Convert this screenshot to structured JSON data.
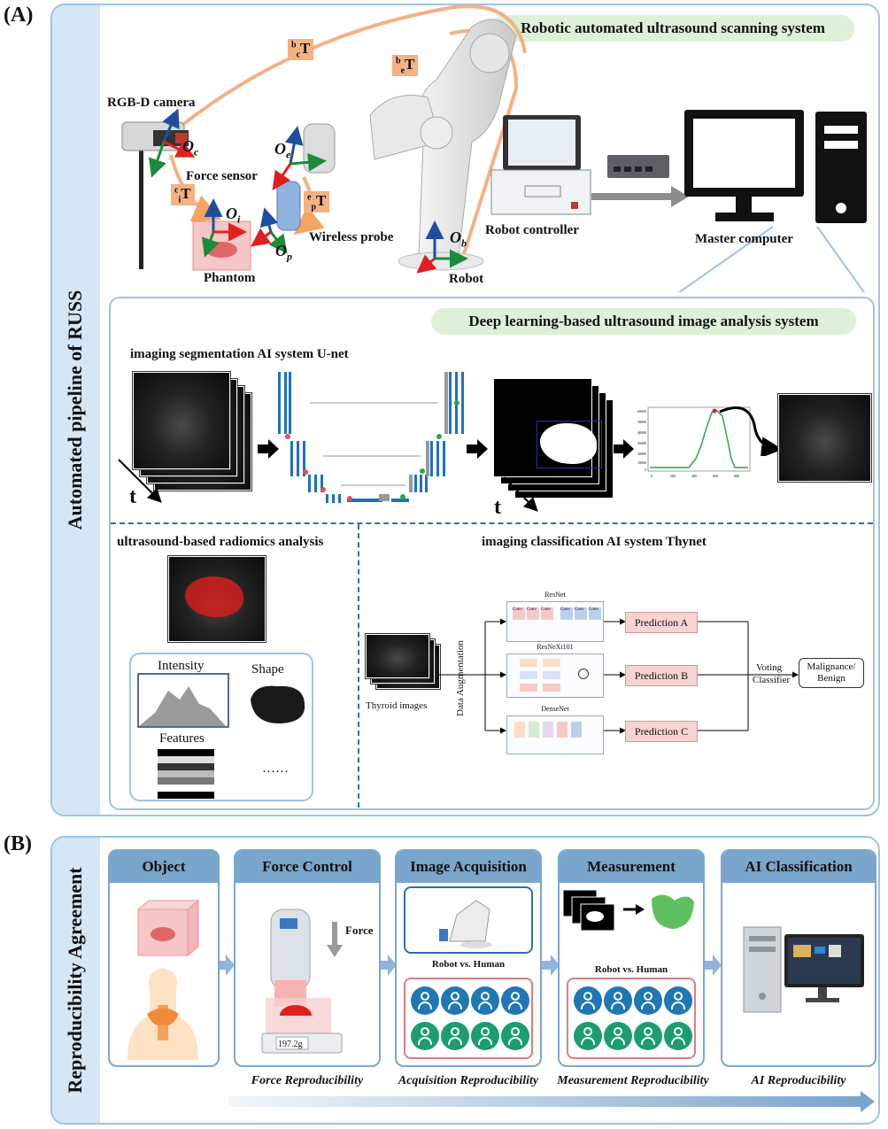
{
  "panel_a": {
    "letter": "(A)",
    "side_title": "Automated pipeline of RUSS",
    "robotic_system_title": "Robotic automated ultrasound scanning system",
    "labels": {
      "rgbd_camera": "RGB-D camera",
      "force_sensor": "Force sensor",
      "wireless_probe": "Wireless probe",
      "phantom": "Phantom",
      "robot": "Robot",
      "robot_controller": "Robot controller",
      "master_computer": "Master computer"
    },
    "frames": {
      "camera": "O",
      "camera_sub": "c",
      "end_effector": "O",
      "end_effector_sub": "e",
      "image": "O",
      "image_sub": "i",
      "probe": "O",
      "probe_sub": "p",
      "base": "O",
      "base_sub": "b"
    },
    "transforms": {
      "bc": {
        "sup": "b",
        "sub": "c",
        "main": "T"
      },
      "be": {
        "sup": "b",
        "sub": "e",
        "main": "T"
      },
      "ci": {
        "sup": "c",
        "sub": "i",
        "main": "T"
      },
      "ep": {
        "sup": "e",
        "sub": "p",
        "main": "T"
      }
    },
    "dl_system_title": "Deep learning-based ultrasound image analysis system",
    "segmentation_title": "imaging segmentation AI system U-net",
    "time_label": "t",
    "radiomics_title": "ultrasound-based radiomics analysis",
    "radiomics": {
      "intensity": "Intensity",
      "shape": "Shape",
      "features": "Features",
      "ellipsis": "……"
    },
    "classification_title": "imaging classification AI system Thynet",
    "classification": {
      "thyroid_images": "Thyroid images",
      "data_augmentation": "Data Augmentation",
      "resnet": "ResNet",
      "resnext": "ResNeXt101",
      "densenet": "DenseNet",
      "conv": "Conv",
      "prediction_a": "Prediction A",
      "prediction_b": "Prediction B",
      "prediction_c": "Prediction C",
      "voting_line1": "Voting",
      "voting_line2": "Classifier",
      "result_line1": "Malignance/",
      "result_line2": "Benign"
    },
    "plot_ticks": {
      "x": [
        "0",
        "200",
        "400",
        "600",
        "800"
      ],
      "y": [
        "60000",
        "50000",
        "40000",
        "30000",
        "20000",
        "10000",
        "0"
      ]
    }
  },
  "panel_b": {
    "letter": "(B)",
    "side_title": "Reproducibility Agreement",
    "cards": [
      {
        "title": "Object",
        "caption": ""
      },
      {
        "title": "Force Control",
        "caption": "Force Reproducibility"
      },
      {
        "title": "Image Acquisition",
        "caption": "Acquisition Reproducibility"
      },
      {
        "title": "Measurement",
        "caption": "Measurement Reproducibility"
      },
      {
        "title": "AI Classification",
        "caption": "AI Reproducibility"
      }
    ],
    "force_label": "Force",
    "scale_reading": "197.2g",
    "robot_vs_human_1": "Robot vs. Human",
    "robot_vs_human_2": "Robot vs. Human"
  },
  "colors": {
    "frame_border": "#9cc4e4",
    "pill_green": "#dff0d8",
    "card_header": "#7aa5cc",
    "transform_orange": "#f4b183",
    "person_blue": "#1f77b4",
    "person_green": "#1a9e6e",
    "prediction_pink": "#f8d3d2"
  }
}
